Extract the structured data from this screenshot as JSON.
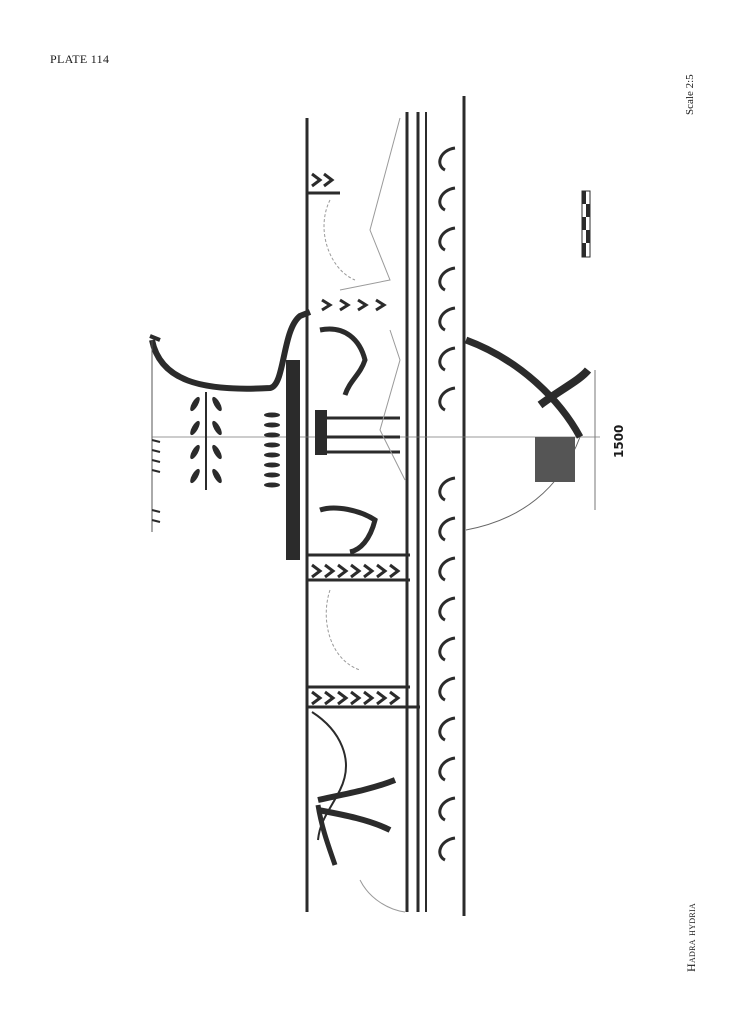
{
  "page": {
    "plate_label": "PLATE 114",
    "scale_label": "Scale 2:5",
    "title": "Hadra hydria",
    "catalogue_number": "1500"
  },
  "drawing": {
    "subject": "vase-profile-drawing",
    "scale_bar_segments": 5,
    "motifs": [
      "laurel-branch",
      "tongue-frieze",
      "swan",
      "tripod",
      "swan",
      "wave-scroll-frieze",
      "chevron-band",
      "palmette-tendril"
    ],
    "colors": {
      "ink": "#2b2b2b",
      "sherd-line": "#9a9a9a",
      "paper": "#ffffff"
    }
  }
}
